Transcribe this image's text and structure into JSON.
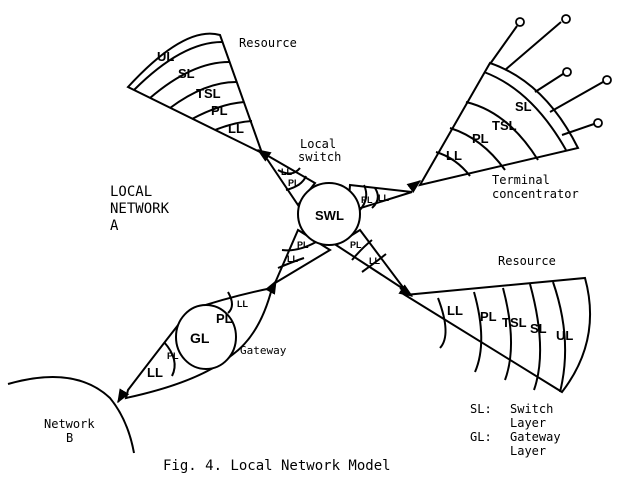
{
  "caption": "Fig. 4. Local Network Model",
  "network_a": [
    "LOCAL",
    "NETWORK",
    "A"
  ],
  "network_b": [
    "Network",
    "B"
  ],
  "local_switch": [
    "Local",
    "switch"
  ],
  "switch_node": "SWL",
  "gateway_node": "GL",
  "gateway_label": "Gateway",
  "resource_top": {
    "title": "Resource",
    "layers": [
      "UL",
      "SL",
      "TSL",
      "PL",
      "LL"
    ]
  },
  "resource_right": {
    "title": "Resource",
    "layers": [
      "LL",
      "PL",
      "TSL",
      "SL",
      "UL"
    ]
  },
  "terminal": {
    "title": [
      "Terminal",
      "concentrator"
    ],
    "layers": [
      "LL",
      "PL",
      "TSL",
      "SL"
    ]
  },
  "switch_arms": {
    "top_left": [
      "LL",
      "PL"
    ],
    "right": [
      "PL",
      "LL"
    ],
    "bottom_left": [
      "PL",
      "LL"
    ],
    "bottom_right": [
      "PL",
      "LL"
    ]
  },
  "gateway_arms": {
    "upper": [
      "PL",
      "LL"
    ],
    "lower": [
      "PL",
      "LL"
    ]
  },
  "legend": [
    {
      "key": "SL:",
      "lines": [
        "Switch",
        "Layer"
      ]
    },
    {
      "key": "GL:",
      "lines": [
        "Gateway",
        "Layer"
      ]
    }
  ]
}
